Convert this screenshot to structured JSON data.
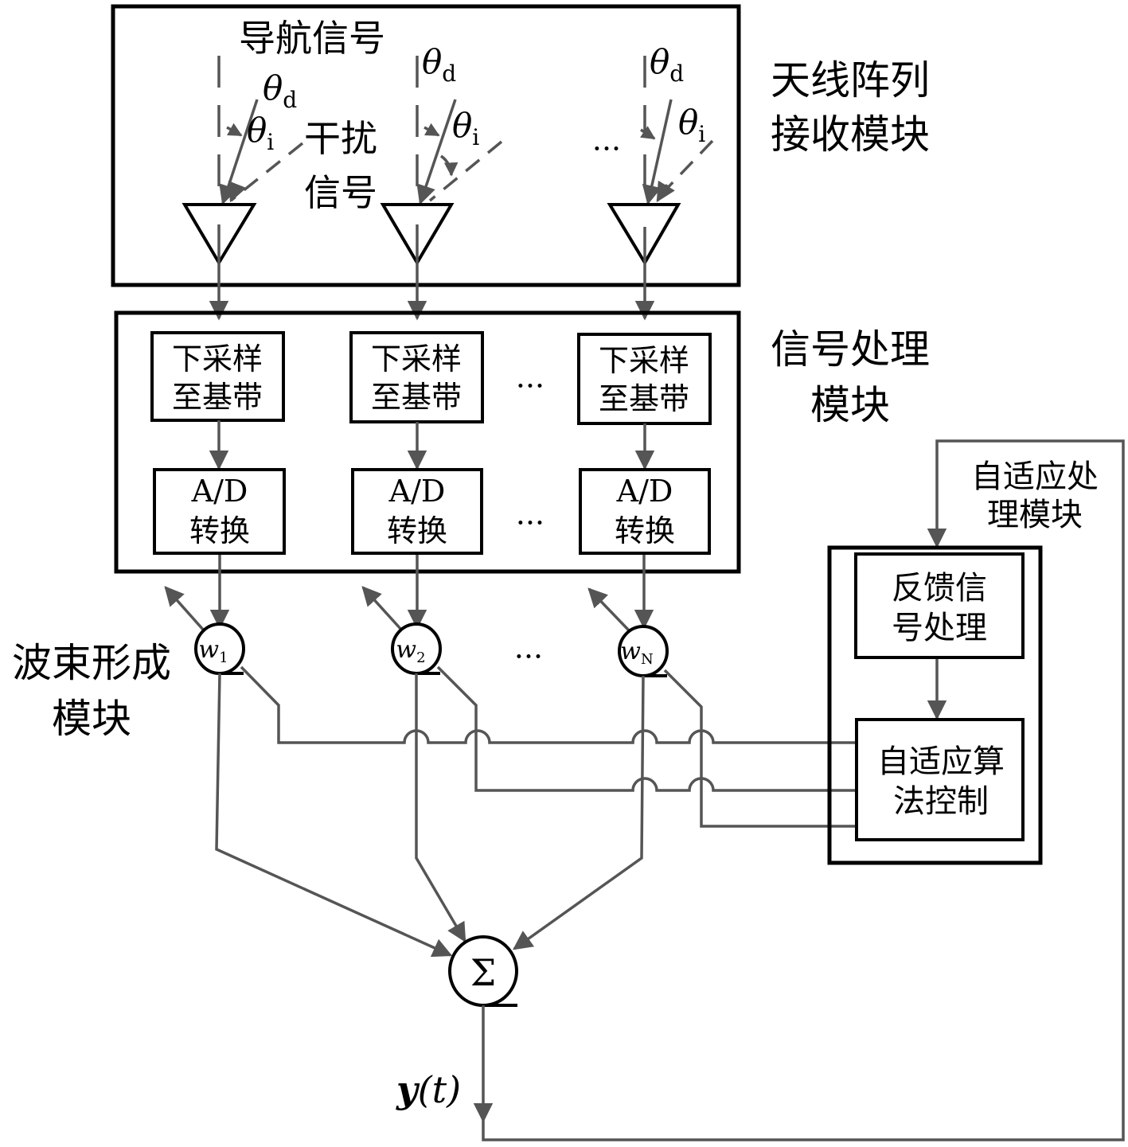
{
  "title": "Adaptive antenna array beamforming block diagram",
  "colors": {
    "line": "#555555",
    "frame": "#000000",
    "background": "#ffffff"
  },
  "modules": {
    "antenna_array": {
      "label_line1": "天线阵列",
      "label_line2": "接收模块"
    },
    "signal_processing": {
      "label_line1": "信号处理",
      "label_line2": "模块"
    },
    "beamforming": {
      "label_line1": "波束形成",
      "label_line2": "模块"
    },
    "adaptive_processing": {
      "label_line1": "自适应处",
      "label_line2": "理模块"
    }
  },
  "signals": {
    "navigation": "导航信号",
    "interference_line1": "干扰",
    "interference_line2": "信号",
    "theta_symbol": "θ",
    "desired_sub": "d",
    "interference_sub": "i"
  },
  "channels": [
    {
      "downconvert_line1": "下采样",
      "downconvert_line2": "至基带",
      "adc_line1": "A/D",
      "adc_line2": "转换",
      "weight": "w",
      "weight_sub": "1"
    },
    {
      "downconvert_line1": "下采样",
      "downconvert_line2": "至基带",
      "adc_line1": "A/D",
      "adc_line2": "转换",
      "weight": "w",
      "weight_sub": "2"
    },
    {
      "downconvert_line1": "下采样",
      "downconvert_line2": "至基带",
      "adc_line1": "A/D",
      "adc_line2": "转换",
      "weight": "w",
      "weight_sub": "N"
    }
  ],
  "ellipsis": "···",
  "adaptive_blocks": {
    "feedback_line1": "反馈信",
    "feedback_line2": "号处理",
    "algorithm_line1": "自适应算",
    "algorithm_line2": "法控制"
  },
  "summer": {
    "symbol": "Σ"
  },
  "output": {
    "label": "y",
    "arg": "(t)"
  }
}
